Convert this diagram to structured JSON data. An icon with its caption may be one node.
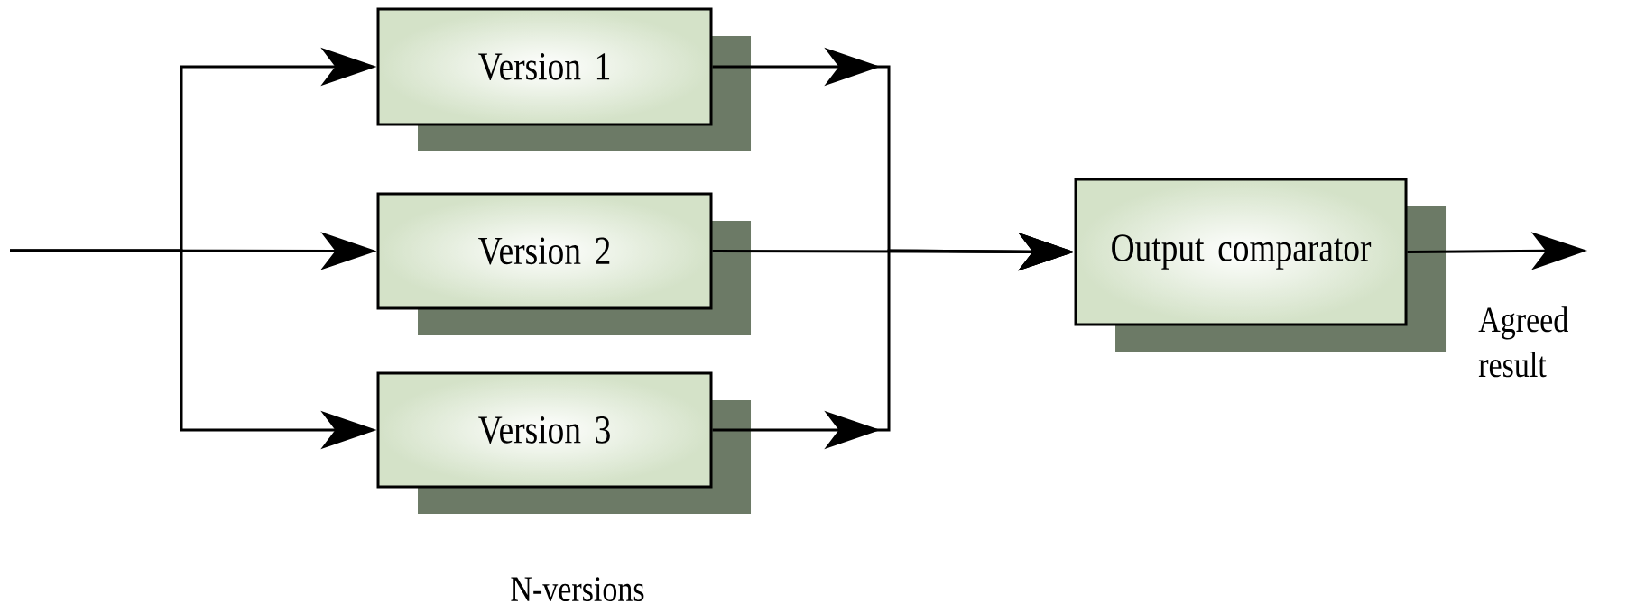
{
  "diagram": {
    "nodes": [
      {
        "text": [
          "Version 1"
        ]
      },
      {
        "text": [
          "Version 2"
        ]
      },
      {
        "text": [
          "Version 3"
        ]
      },
      {
        "text": [
          "Output comparator"
        ]
      }
    ],
    "edges": [
      {
        "from": null,
        "to": 0,
        "arrow": "to"
      },
      {
        "from": null,
        "to": 1,
        "arrow": "to"
      },
      {
        "from": null,
        "to": 2,
        "arrow": "to"
      },
      {
        "from": 0,
        "to": 3,
        "arrow": "to"
      },
      {
        "from": 1,
        "to": 3,
        "arrow": "to"
      },
      {
        "from": 2,
        "to": 3,
        "arrow": "to"
      },
      {
        "from": 3,
        "to": null,
        "arrow": "to"
      }
    ],
    "labels": [
      "Agreed result",
      "N-versions"
    ]
  }
}
